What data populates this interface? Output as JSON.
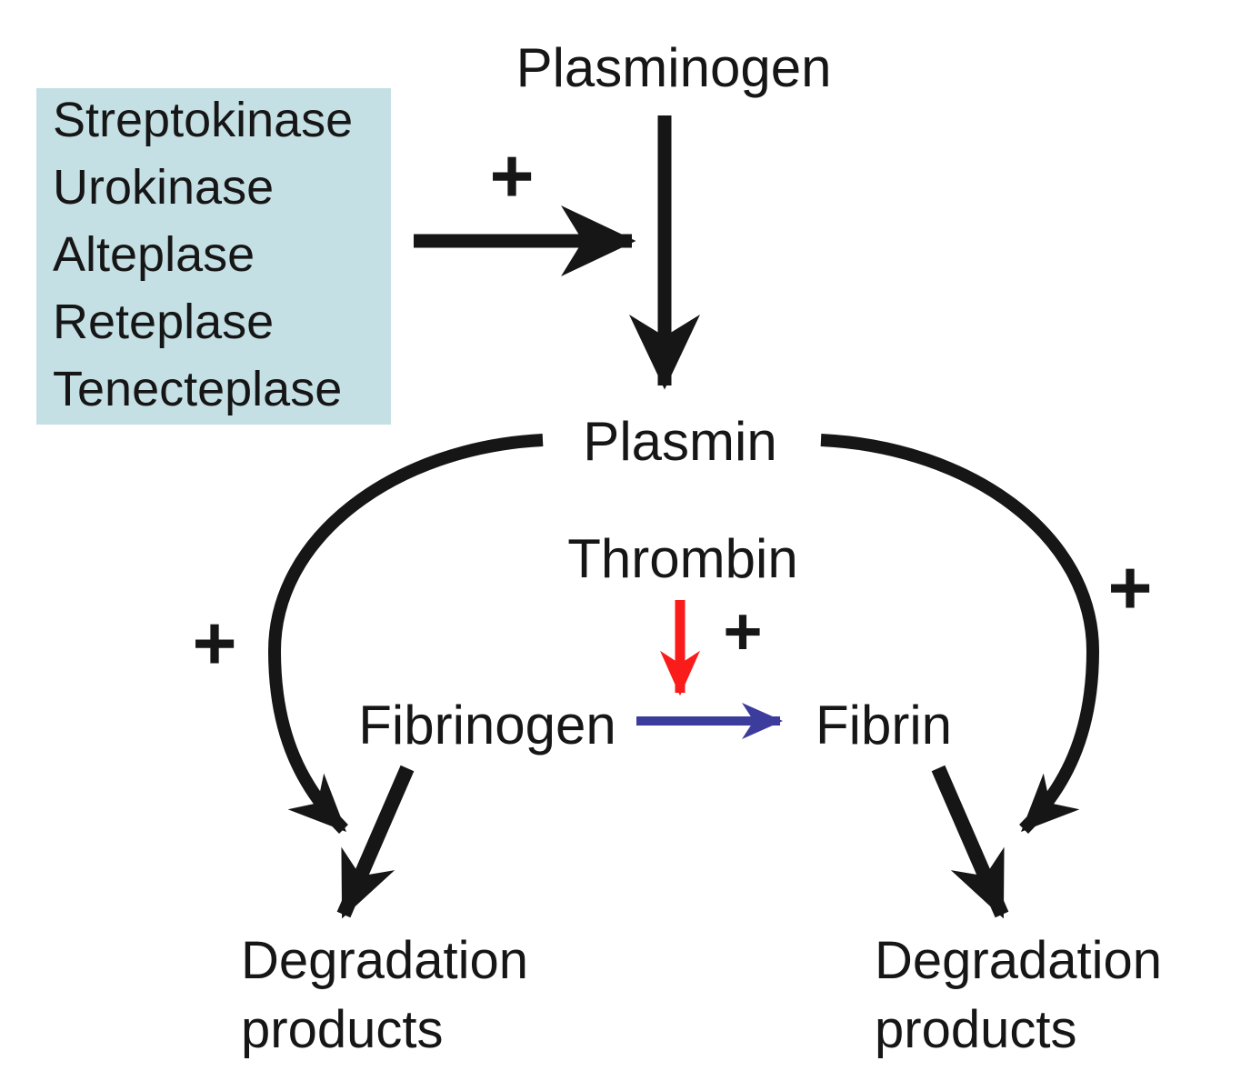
{
  "diagram": {
    "nodes": {
      "plasminogen": "Plasminogen",
      "plasmin": "Plasmin",
      "thrombin": "Thrombin",
      "fibrinogen": "Fibrinogen",
      "fibrin": "Fibrin",
      "degradation_left_line1": "Degradation",
      "degradation_left_line2": "products",
      "degradation_right_line1": "Degradation",
      "degradation_right_line2": "products"
    },
    "drug_box": {
      "items": [
        "Streptokinase",
        "Urokinase",
        "Alteplase",
        "Reteplase",
        "Tenecteplase"
      ]
    },
    "symbols": {
      "plus": "+"
    },
    "colors": {
      "black": "#161616",
      "red": "#fa1b1b",
      "blue_text": "#32329b",
      "blue_arrow": "#3c3c9c",
      "box_fill": "#c5e0e4"
    }
  }
}
